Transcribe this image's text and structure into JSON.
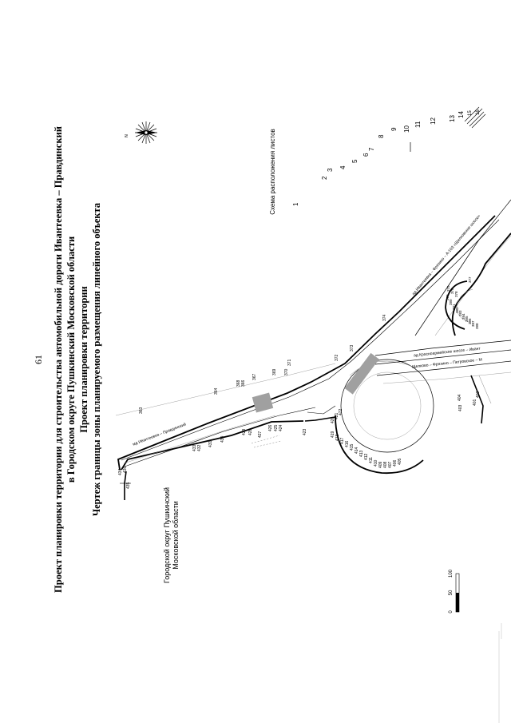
{
  "page_number": "61",
  "title_lines": [
    "Проект планировки территории для строительства автомобильной дороги Ивантеевка – Правдинский",
    "в Городском округе Пушкинский Московской области",
    "Проект планировки территории",
    "Чертеж границы зоны планируемого размещения линейного объекта"
  ],
  "district_label": [
    "Городской округ Пушкинский",
    "Московской области"
  ],
  "north_symbol": "N",
  "roads": {
    "main": "мд Ивантеевка – Правдинский",
    "ring_a": "ад Красноармейское шоссе – Ивант",
    "ring_b": "Щелково – Фрязино – Петровское – М",
    "upper": "ад Ивантеевка – Фрязино – А-103 «Щелковское шоссе»"
  },
  "scheme": {
    "caption": "Схема расположения листов",
    "sheets": [
      "1",
      "2",
      "3",
      "4",
      "5",
      "6",
      "7",
      "8",
      "9",
      "10",
      "11",
      "12",
      "13",
      "14",
      "15",
      "16"
    ]
  },
  "scale_bar": [
    "0",
    "50",
    "100"
  ],
  "points": {
    "top": [
      "363",
      "364",
      "368",
      "366",
      "367",
      "369",
      "371",
      "370",
      "372",
      "373",
      "374"
    ],
    "left": [
      "433",
      "432",
      "431",
      "430",
      "429",
      "428",
      "427",
      "426",
      "425",
      "424",
      "423",
      "422",
      "421",
      "420"
    ],
    "arc_lower": [
      "419",
      "418",
      "417",
      "416",
      "415",
      "414",
      "413",
      "412",
      "411",
      "410",
      "409",
      "408",
      "407",
      "406",
      "405",
      "404",
      "403",
      "402",
      "401"
    ],
    "misc": [
      "434",
      "435",
      "436"
    ],
    "right_arc": [
      "375",
      "376",
      "377",
      "378",
      "379",
      "380",
      "381",
      "382",
      "383",
      "384",
      "385",
      "386",
      "387",
      "388"
    ]
  },
  "colors": {
    "line": "#000000",
    "fill": "#a0a0a0",
    "faint": "#888888"
  }
}
